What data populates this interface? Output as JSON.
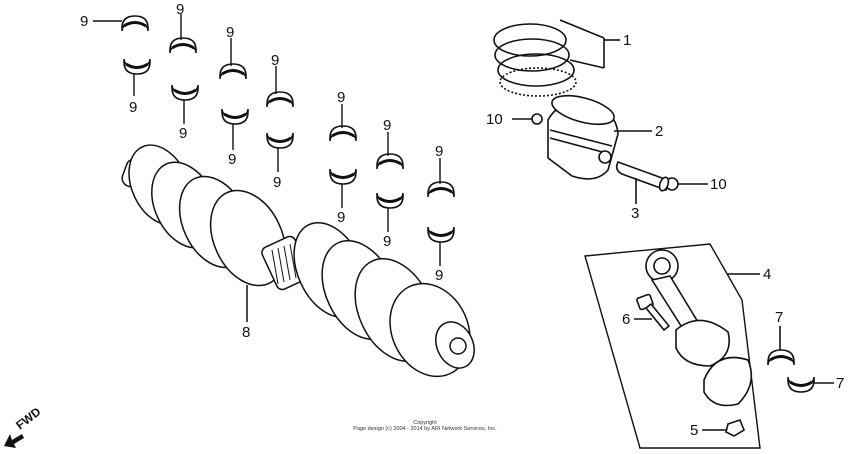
{
  "callouts": {
    "piston_ring_set": "1",
    "piston": "2",
    "piston_pin": "3",
    "connecting_rod": "4",
    "rod_nut": "5",
    "rod_bolt": "6",
    "rod_bearing": "7",
    "crankshaft": "8",
    "main_bearing": "9",
    "pin_clip": "10"
  },
  "fwd_label": "FWD",
  "copyright_line1": "Copyright",
  "copyright_line2": "Page design (c) 2004 - 2014 by ARI Network Services, Inc.",
  "colors": {
    "line": "#111111",
    "background": "#ffffff"
  }
}
